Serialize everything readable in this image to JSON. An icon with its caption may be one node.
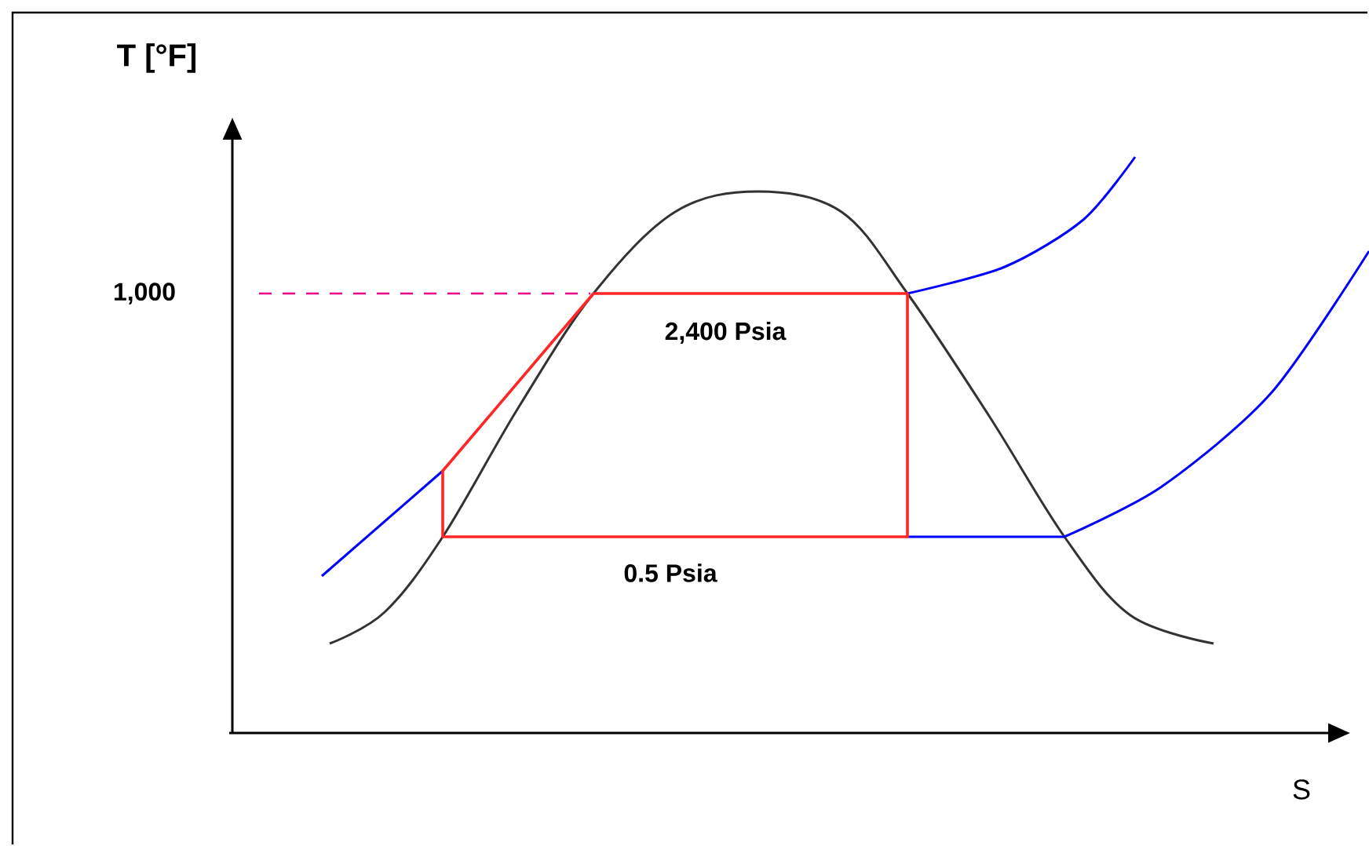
{
  "diagram": {
    "labels": [
      "T [°F]",
      "1,000",
      "2,400 Psia",
      "0.5 Psia",
      "S"
    ]
  }
}
